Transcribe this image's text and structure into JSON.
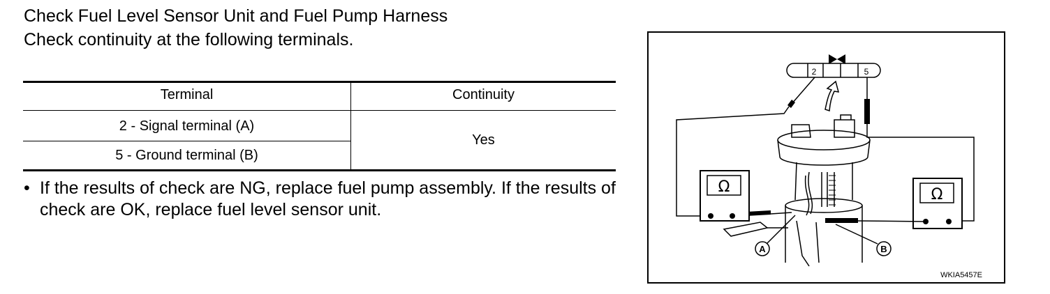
{
  "document": {
    "heading": "Check Fuel Level Sensor Unit and Fuel Pump Harness",
    "subheading": "Check continuity at the following terminals."
  },
  "table": {
    "headers": [
      "Terminal",
      "Continuity"
    ],
    "rows": [
      "2 - Signal terminal (A)",
      "5 - Ground terminal (B)"
    ],
    "continuity_value": "Yes"
  },
  "note": {
    "bullet": "•",
    "text": "If the results of check are NG, replace fuel pump assembly. If the results of check are OK, replace fuel level sensor unit."
  },
  "diagram": {
    "terminal_2": "2",
    "terminal_5": "5",
    "meter_symbol": "Ω",
    "callout_a": "A",
    "callout_b": "B",
    "figure_code": "WKIA5457E"
  }
}
